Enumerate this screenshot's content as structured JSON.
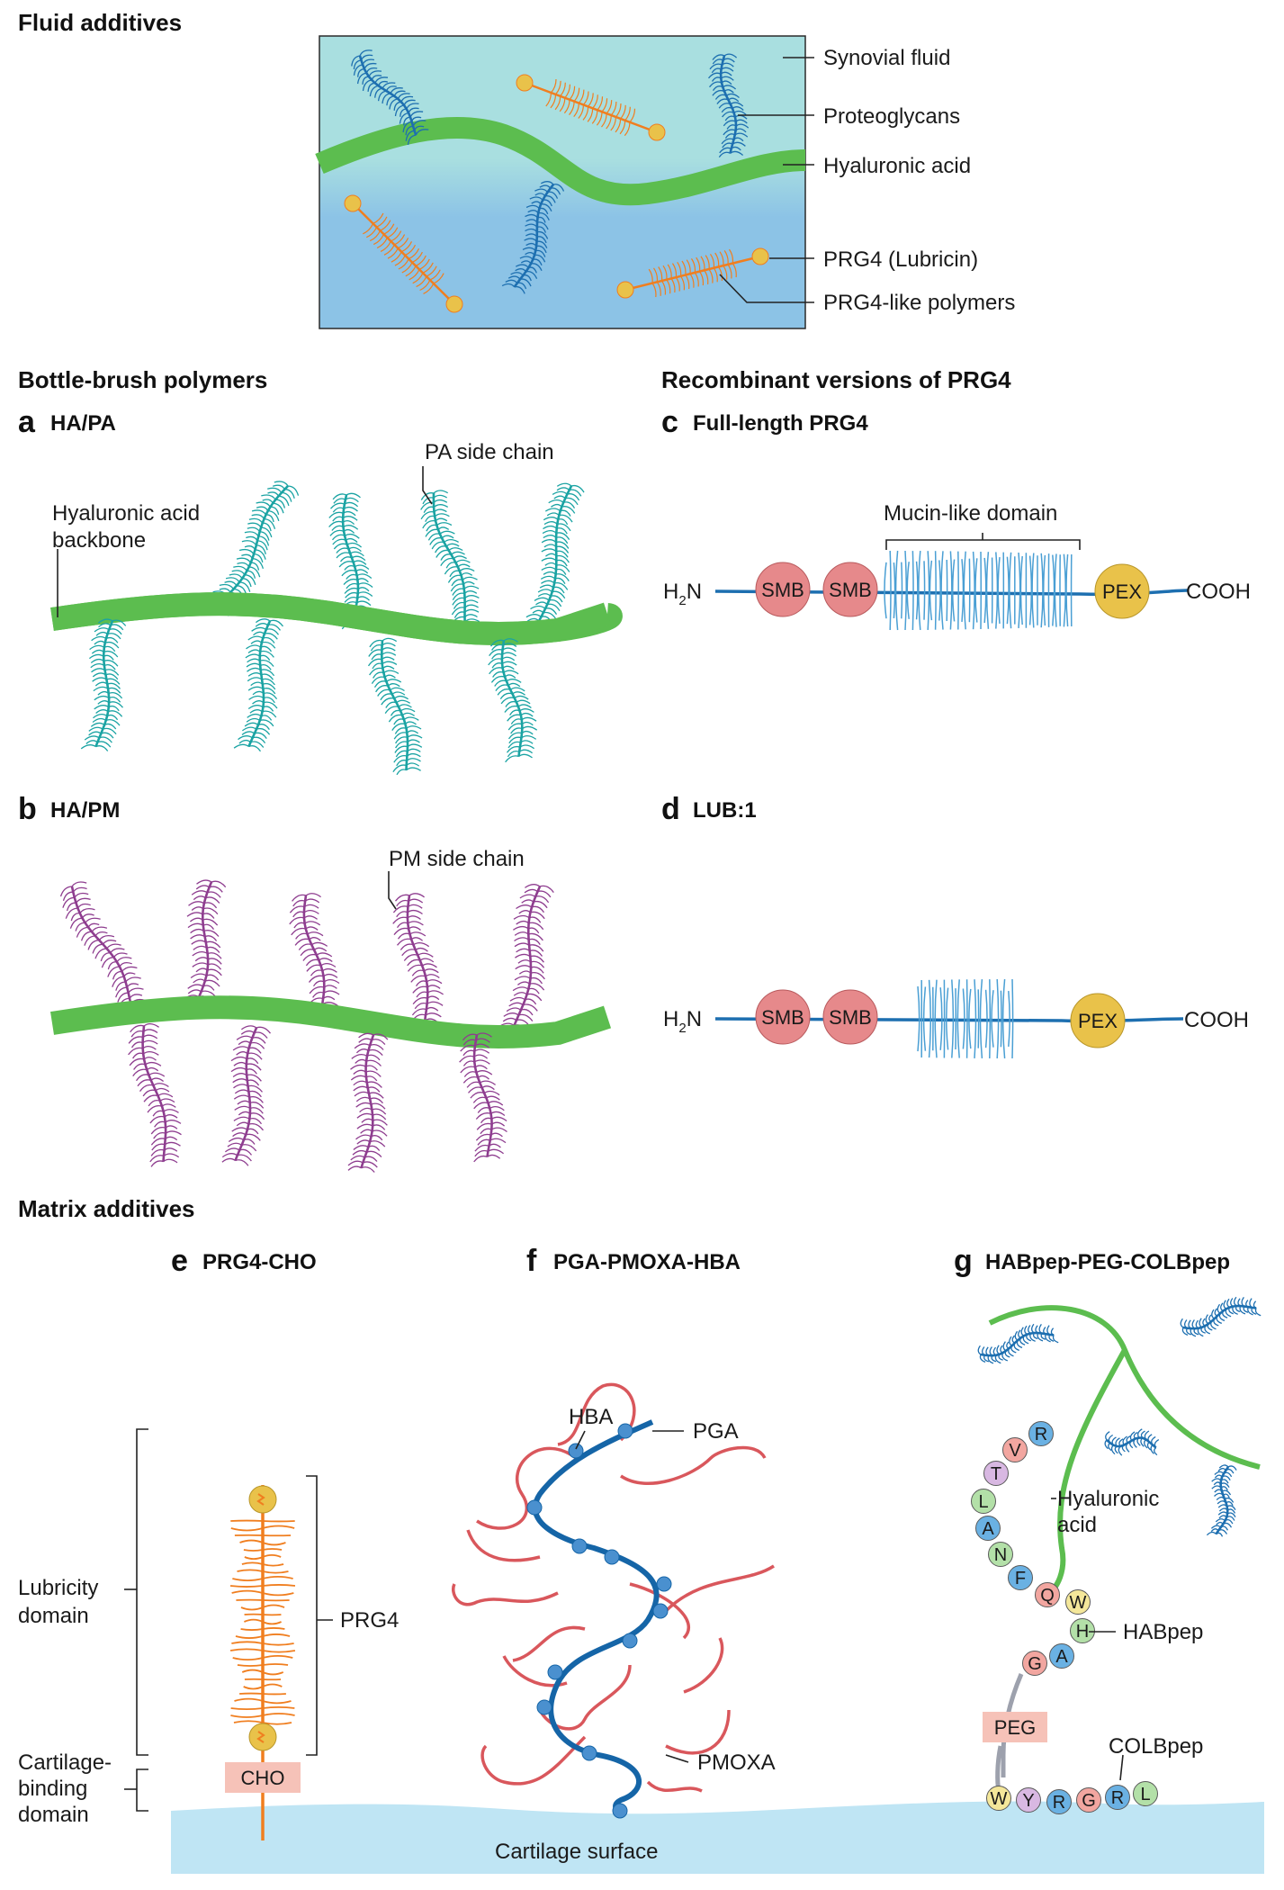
{
  "sections": {
    "fluid": "Fluid additives",
    "bottlebrush": "Bottle-brush polymers",
    "recombinant": "Recombinant versions of PRG4",
    "matrix": "Matrix additives"
  },
  "fluid_labels": {
    "synovial": "Synovial fluid",
    "proteoglycans": "Proteoglycans",
    "ha": "Hyaluronic acid",
    "prg4": "PRG4 (Lubricin)",
    "prg4like": "PRG4-like polymers"
  },
  "panels": {
    "a": {
      "letter": "a",
      "title": "HA/PA",
      "backbone1": "Hyaluronic acid",
      "backbone2": "backbone",
      "side": "PA side chain"
    },
    "b": {
      "letter": "b",
      "title": "HA/PM",
      "side": "PM side chain"
    },
    "c": {
      "letter": "c",
      "title": "Full-length PRG4",
      "mucin": "Mucin-like domain",
      "h2n": "H",
      "h2n_sub": "2",
      "h2n_n": "N",
      "smb": "SMB",
      "pex": "PEX",
      "cooh": "COOH"
    },
    "d": {
      "letter": "d",
      "title": "LUB:1",
      "h2n": "H",
      "h2n_sub": "2",
      "h2n_n": "N",
      "smb": "SMB",
      "pex": "PEX",
      "cooh": "COOH"
    },
    "e": {
      "letter": "e",
      "title": "PRG4-CHO",
      "lub1": "Lubricity",
      "lub2": "domain",
      "cb1": "Cartilage-",
      "cb2": "binding",
      "cb3": "domain",
      "prg4": "PRG4",
      "cho": "CHO"
    },
    "f": {
      "letter": "f",
      "title": "PGA-PMOXA-HBA",
      "hba": "HBA",
      "pga": "PGA",
      "pmoxa": "PMOXA",
      "surface": "Cartilage surface"
    },
    "g": {
      "letter": "g",
      "title": "HABpep-PEG-COLBpep",
      "ha1": "Hyaluronic",
      "ha2": "acid",
      "habpep": "HABpep",
      "peg": "PEG",
      "colbpep": "COLBpep"
    }
  },
  "habpep_residues": [
    "R",
    "V",
    "T",
    "L",
    "A",
    "N",
    "F",
    "Q",
    "W",
    "H",
    "A",
    "G"
  ],
  "colbpep_residues": [
    "W",
    "Y",
    "R",
    "G",
    "R",
    "L"
  ],
  "colors": {
    "ha_green": "#5cbd4f",
    "proteoglycan_blue": "#1d6fb0",
    "prg4_orange": "#f07e1f",
    "pa_teal": "#1aa3a3",
    "pm_purple": "#8e3d8f",
    "smb_red": "#e6898b",
    "pex_yellow": "#e9c24a",
    "mucin_blue": "#4a9fd4",
    "pmoxa_red": "#d9575c",
    "pga_blue": "#1565a7",
    "surface_blue": "#bfe5f4",
    "fluid_top": "#a9dfe0",
    "fluid_bottom": "#8cc3e6"
  },
  "residue_colors": {
    "R": "#6ab1e3",
    "V": "#f2a6a0",
    "T": "#d8b8e2",
    "L": "#b3e0a8",
    "A": "#6ab1e3",
    "N": "#b3e0a8",
    "F": "#6ab1e3",
    "Q": "#f2a6a0",
    "W": "#f4e79a",
    "H": "#b3e0a8",
    "G": "#f2a6a0",
    "Y": "#d8b8e2"
  }
}
